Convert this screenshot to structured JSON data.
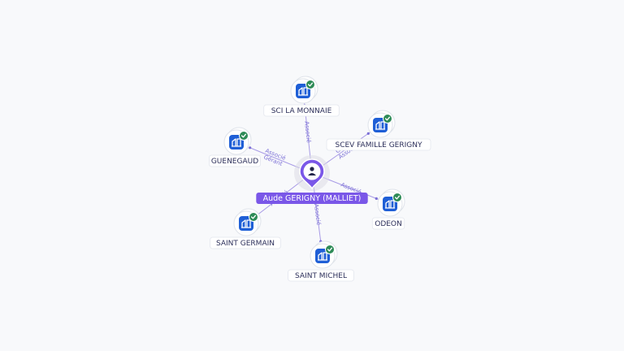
{
  "center": {
    "label": "Aude GERIGNY (MALLIET)",
    "icon": "person-icon",
    "color": "#7a57e8"
  },
  "companies": [
    {
      "id": "sci-la-monnaie",
      "label": "SCI LA MONNAIE",
      "relations": [
        "Associé"
      ]
    },
    {
      "id": "scev-famille-gerigny",
      "label": "SCEV FAMILLE GERIGNY",
      "relations": [
        "Gérant",
        "Associé"
      ]
    },
    {
      "id": "odeon",
      "label": "ODEON",
      "relations": [
        "Associé"
      ]
    },
    {
      "id": "saint-michel",
      "label": "SAINT MICHEL",
      "relations": [
        "Associé"
      ]
    },
    {
      "id": "saint-germain",
      "label": "SAINT GERMAIN",
      "relations": [
        "Associé"
      ]
    },
    {
      "id": "guenegaud",
      "label": "GUENEGAUD",
      "relations": [
        "Gérant",
        "Associé"
      ]
    }
  ],
  "colors": {
    "company_icon": "#1f5fd6",
    "status_check": "#2e8b57",
    "edge": "#a89be6",
    "edge_label": "#7b6fd6",
    "label_text": "#2c2f5a"
  },
  "icons": {
    "company": "building-icon",
    "status": "check-badge-icon"
  }
}
